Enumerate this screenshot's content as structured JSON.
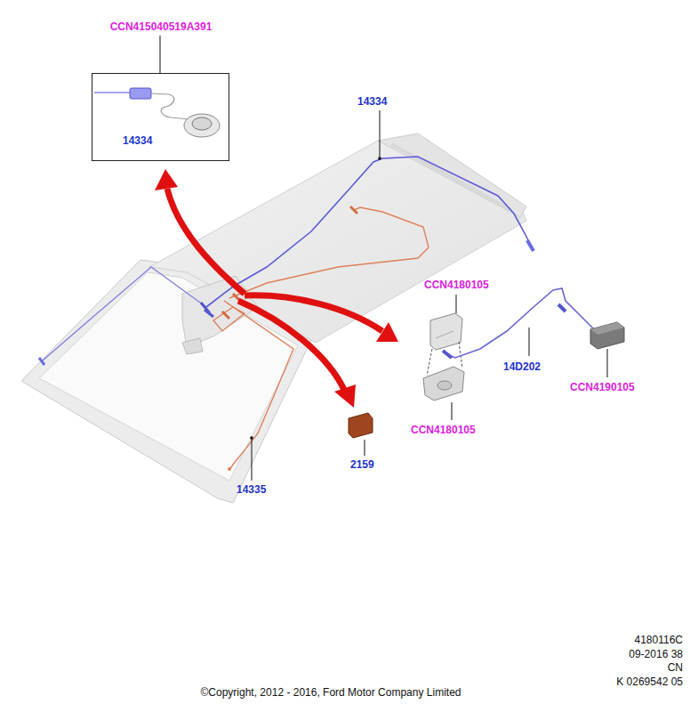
{
  "diagram": {
    "caption": "©Copyright, 2012 - 2016, Ford Motor Company Limited",
    "nodes": [
      {
        "text": [
          "CCN415040519A391",
          "14334"
        ]
      }
    ],
    "labels": [
      "14334",
      "CCN4180105",
      "14D202",
      "CCN4190105",
      "CCN4180105",
      "2159",
      "14335",
      "4180116C",
      "09-2016 38",
      "CN",
      "K 0269542 05"
    ]
  }
}
